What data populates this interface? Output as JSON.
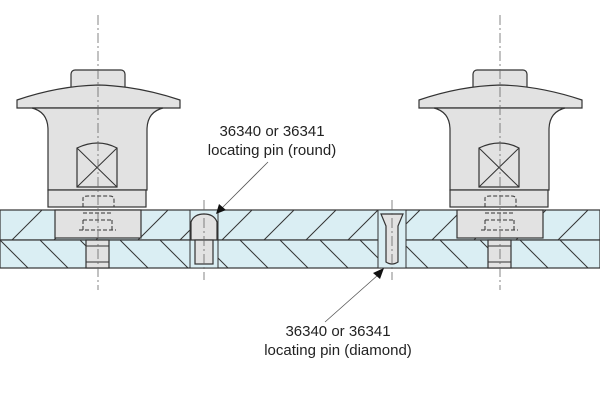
{
  "labels": {
    "round_pin": {
      "line1": "36340 or 36341",
      "line2": "locating pin (round)"
    },
    "diamond_pin": {
      "line1": "36340 or 36341",
      "line2": "locating pin (diamond)"
    }
  },
  "colors": {
    "plate": "#daeef3",
    "part": "#e2e2e2",
    "outline": "#333333"
  }
}
